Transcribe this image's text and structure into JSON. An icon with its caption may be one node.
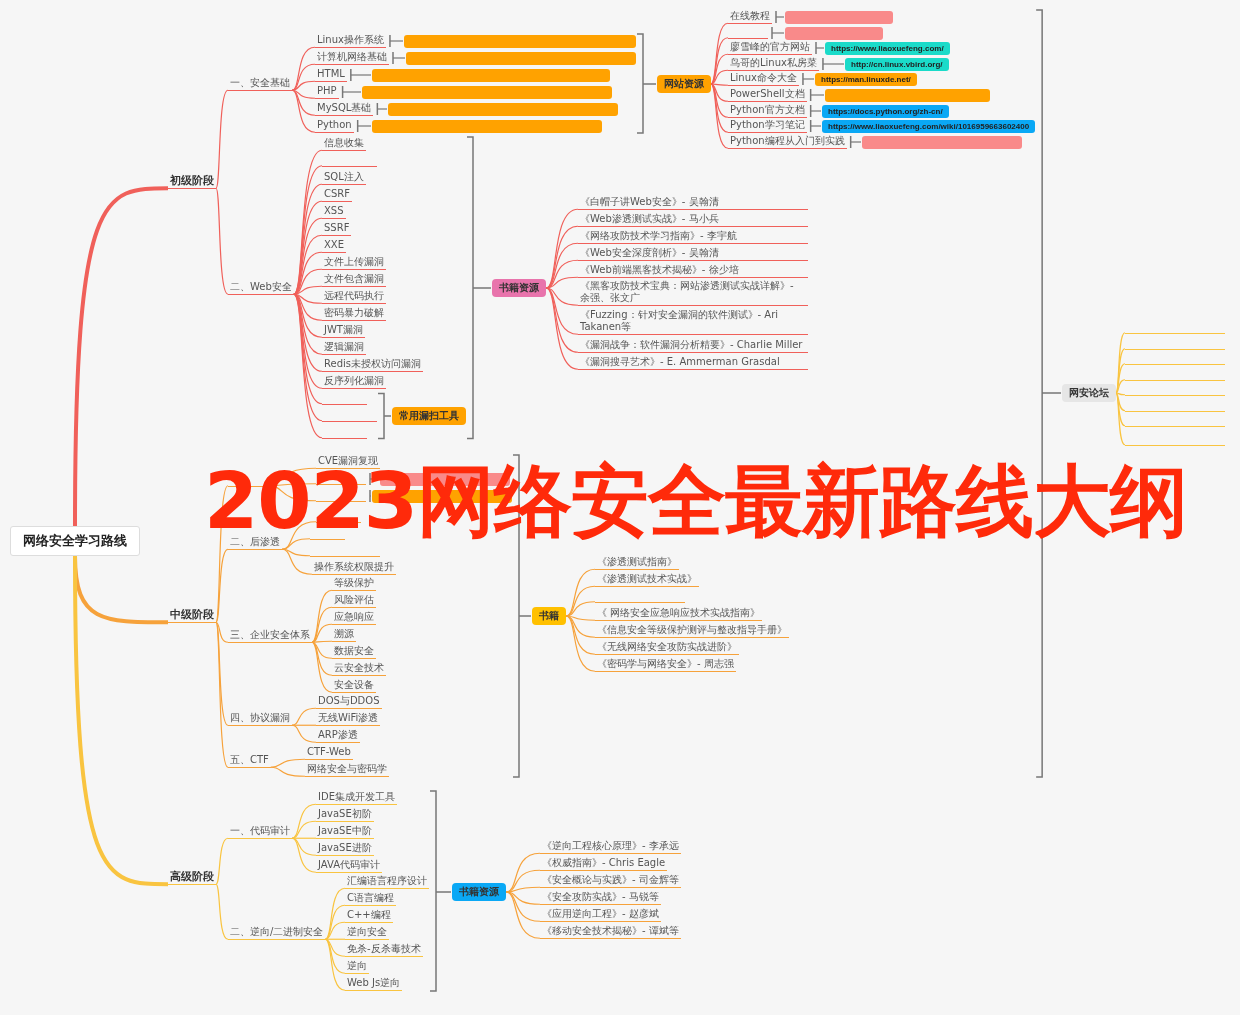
{
  "diagram": {
    "title": "2023网络安全最新路线大纲",
    "nodes": [
      {
        "text": [
          "网络安全学习路线"
        ]
      },
      {
        "text": [
          "初级阶段"
        ]
      },
      {
        "text": [
          "一、安全基础"
        ]
      },
      {
        "text": [
          "Linux操作系统"
        ]
      },
      {
        "text": [
          "计算机网络基础"
        ]
      },
      {
        "text": [
          "HTML"
        ]
      },
      {
        "text": [
          "PHP"
        ]
      },
      {
        "text": [
          "MySQL基础"
        ]
      },
      {
        "text": [
          "Python"
        ]
      },
      {
        "text": [],
        "shape": "box"
      },
      {
        "text": [],
        "shape": "box"
      },
      {
        "text": [],
        "shape": "box"
      },
      {
        "text": [],
        "shape": "box"
      },
      {
        "text": [],
        "shape": "box"
      },
      {
        "text": [],
        "shape": "box"
      },
      {
        "text": [
          "网站资源"
        ]
      },
      {
        "text": [
          "在线教程"
        ]
      },
      {
        "text": [],
        "shape": "bar"
      },
      {
        "text": [
          "廖雪峰的官方网站"
        ]
      },
      {
        "text": [
          "鸟哥的Linux私房菜"
        ]
      },
      {
        "text": [
          "Linux命令大全"
        ]
      },
      {
        "text": [
          "PowerShell文档"
        ]
      },
      {
        "text": [
          "Python官方文档"
        ]
      },
      {
        "text": [
          "Python学习笔记"
        ]
      },
      {
        "text": [
          "Python编程从入门到实践"
        ]
      },
      {
        "text": [],
        "shape": "box"
      },
      {
        "text": [],
        "shape": "box"
      },
      {
        "text": [
          "https://www.liaoxuefeng.com/"
        ]
      },
      {
        "text": [
          "http://cn.linux.vbird.org/"
        ]
      },
      {
        "text": [
          "https://man.linuxde.net/"
        ]
      },
      {
        "text": [],
        "shape": "box"
      },
      {
        "text": [
          "https://docs.python.org/zh-cn/"
        ]
      },
      {
        "text": [
          "https://www.liaoxuefeng.com/wiki/1016959663602400"
        ]
      },
      {
        "text": [],
        "shape": "box"
      },
      {
        "text": [
          "网安论坛"
        ]
      },
      {
        "text": [],
        "shape": "bar"
      },
      {
        "text": [],
        "shape": "bar"
      },
      {
        "text": [],
        "shape": "bar"
      },
      {
        "text": [],
        "shape": "bar"
      },
      {
        "text": [],
        "shape": "bar"
      },
      {
        "text": [],
        "shape": "bar"
      },
      {
        "text": [],
        "shape": "bar"
      },
      {
        "text": [],
        "shape": "bar"
      },
      {
        "text": [
          "二、Web安全"
        ]
      },
      {
        "text": [
          "信息收集"
        ]
      },
      {
        "text": [],
        "shape": "bar"
      },
      {
        "text": [
          "SQL注入"
        ]
      },
      {
        "text": [
          "CSRF"
        ]
      },
      {
        "text": [
          "XSS"
        ]
      },
      {
        "text": [
          "SSRF"
        ]
      },
      {
        "text": [
          "XXE"
        ]
      },
      {
        "text": [
          "文件上传漏洞"
        ]
      },
      {
        "text": [
          "文件包含漏洞"
        ]
      },
      {
        "text": [
          "远程代码执行"
        ]
      },
      {
        "text": [
          "密码暴力破解"
        ]
      },
      {
        "text": [
          "JWT漏洞"
        ]
      },
      {
        "text": [
          "逻辑漏洞"
        ]
      },
      {
        "text": [
          "Redis未授权访问漏洞"
        ]
      },
      {
        "text": [
          "反序列化漏洞"
        ]
      },
      {
        "text": [],
        "shape": "bar"
      },
      {
        "text": [],
        "shape": "bar"
      },
      {
        "text": [],
        "shape": "bar"
      },
      {
        "text": [
          "常用漏扫工具"
        ]
      },
      {
        "text": [
          "书籍资源"
        ]
      },
      {
        "text": [
          "《白帽子讲Web安全》- 吴翰清"
        ]
      },
      {
        "text": [
          "《Web渗透测试实战》- 马小兵"
        ]
      },
      {
        "text": [
          "《网络攻防技术学习指南》- 李宇航"
        ]
      },
      {
        "text": [
          "《Web安全深度剖析》- 吴翰清"
        ]
      },
      {
        "text": [
          "《Web前端黑客技术揭秘》- 徐少培"
        ]
      },
      {
        "text": [
          "《黑客攻防技术宝典：网站渗透测试实战详解》- 余强、张文广"
        ]
      },
      {
        "text": [
          "《Fuzzing：针对安全漏洞的软件测试》- Ari Takanen等"
        ]
      },
      {
        "text": [
          "《漏洞战争：软件漏洞分析精要》- Charlie Miller"
        ]
      },
      {
        "text": [
          "《漏洞搜寻艺术》- E. Ammerman Grasdal"
        ]
      },
      {
        "text": [
          "中级阶段"
        ]
      },
      {
        "text": [],
        "shape": "bar"
      },
      {
        "text": [
          "CVE漏洞复现"
        ]
      },
      {
        "text": [],
        "shape": "bar"
      },
      {
        "text": [],
        "shape": "bar"
      },
      {
        "text": [],
        "shape": "box"
      },
      {
        "text": [],
        "shape": "box"
      },
      {
        "text": [
          "二、后渗透"
        ]
      },
      {
        "text": [],
        "shape": "bar"
      },
      {
        "text": [],
        "shape": "bar"
      },
      {
        "text": [],
        "shape": "bar"
      },
      {
        "text": [
          "操作系统权限提升"
        ]
      },
      {
        "text": [
          "三、企业安全体系"
        ]
      },
      {
        "text": [
          "等级保护"
        ]
      },
      {
        "text": [
          "风险评估"
        ]
      },
      {
        "text": [
          "应急响应"
        ]
      },
      {
        "text": [
          "溯源"
        ]
      },
      {
        "text": [
          "数据安全"
        ]
      },
      {
        "text": [
          "云安全技术"
        ]
      },
      {
        "text": [
          "安全设备"
        ]
      },
      {
        "text": [
          "四、协议漏洞"
        ]
      },
      {
        "text": [
          "DOS与DDOS"
        ]
      },
      {
        "text": [
          "无线WiFi渗透"
        ]
      },
      {
        "text": [
          "ARP渗透"
        ]
      },
      {
        "text": [
          "五、CTF"
        ]
      },
      {
        "text": [
          "CTF-Web"
        ]
      },
      {
        "text": [
          "网络安全与密码学"
        ]
      },
      {
        "text": [
          "书籍"
        ]
      },
      {
        "text": [
          "《渗透测试指南》"
        ]
      },
      {
        "text": [
          "《渗透测试技术实战》"
        ]
      },
      {
        "text": [],
        "shape": "bar"
      },
      {
        "text": [
          "《 网络安全应急响应技术实战指南》"
        ]
      },
      {
        "text": [
          "《信息安全等级保护测评与整改指导手册》"
        ]
      },
      {
        "text": [
          "《无线网络安全攻防实战进阶》"
        ]
      },
      {
        "text": [
          "《密码学与网络安全》- 周志强"
        ]
      },
      {
        "text": [
          "高级阶段"
        ]
      },
      {
        "text": [
          "一、代码审计"
        ]
      },
      {
        "text": [
          "IDE集成开发工具"
        ]
      },
      {
        "text": [
          "JavaSE初阶"
        ]
      },
      {
        "text": [
          "JavaSE中阶"
        ]
      },
      {
        "text": [
          "JavaSE进阶"
        ]
      },
      {
        "text": [
          "JAVA代码审计"
        ]
      },
      {
        "text": [
          "二、逆向/二进制安全"
        ]
      },
      {
        "text": [
          "汇编语言程序设计"
        ]
      },
      {
        "text": [
          "C语言编程"
        ]
      },
      {
        "text": [
          "C++编程"
        ]
      },
      {
        "text": [
          "逆向安全"
        ]
      },
      {
        "text": [
          "免杀-反杀毒技术"
        ]
      },
      {
        "text": [
          "逆向"
        ]
      },
      {
        "text": [
          "Web Js逆向"
        ]
      },
      {
        "text": [
          "书籍资源"
        ]
      },
      {
        "text": [
          "《逆向工程核心原理》- 李承远"
        ]
      },
      {
        "text": [
          "《权威指南》- Chris Eagle"
        ]
      },
      {
        "text": [
          "《安全概论与实践》- 司金辉等"
        ]
      },
      {
        "text": [
          "《安全攻防实战》- 马锐等"
        ]
      },
      {
        "text": [
          "《应用逆向工程》- 赵彦斌"
        ]
      },
      {
        "text": [
          "《移动安全技术揭秘》- 谭斌等"
        ]
      }
    ],
    "edges": [
      {
        "from": 0,
        "to": 1,
        "arrow": "none",
        "style": "thick"
      },
      {
        "from": 1,
        "to": 2,
        "arrow": "none"
      },
      {
        "from": 2,
        "to": 3,
        "arrow": "none"
      },
      {
        "from": 2,
        "to": 4,
        "arrow": "none"
      },
      {
        "from": 2,
        "to": 5,
        "arrow": "none"
      },
      {
        "from": 2,
        "to": 6,
        "arrow": "none"
      },
      {
        "from": 2,
        "to": 7,
        "arrow": "none"
      },
      {
        "from": 2,
        "to": 8,
        "arrow": "none"
      },
      {
        "from": 15,
        "to": 16,
        "arrow": "none"
      },
      {
        "from": 15,
        "to": 17,
        "arrow": "none"
      },
      {
        "from": 15,
        "to": 18,
        "arrow": "none"
      },
      {
        "from": 15,
        "to": 19,
        "arrow": "none"
      },
      {
        "from": 15,
        "to": 20,
        "arrow": "none"
      },
      {
        "from": 15,
        "to": 21,
        "arrow": "none"
      },
      {
        "from": 15,
        "to": 22,
        "arrow": "none"
      },
      {
        "from": 15,
        "to": 23,
        "arrow": "none"
      },
      {
        "from": 15,
        "to": 24,
        "arrow": "none"
      },
      {
        "from": 1,
        "to": 43,
        "arrow": "none"
      },
      {
        "from": 43,
        "to": 44,
        "arrow": "none"
      },
      {
        "from": 43,
        "to": 45,
        "arrow": "none"
      },
      {
        "from": 43,
        "to": 46,
        "arrow": "none"
      },
      {
        "from": 43,
        "to": 47,
        "arrow": "none"
      },
      {
        "from": 43,
        "to": 48,
        "arrow": "none"
      },
      {
        "from": 43,
        "to": 49,
        "arrow": "none"
      },
      {
        "from": 43,
        "to": 50,
        "arrow": "none"
      },
      {
        "from": 43,
        "to": 51,
        "arrow": "none"
      },
      {
        "from": 43,
        "to": 52,
        "arrow": "none"
      },
      {
        "from": 43,
        "to": 53,
        "arrow": "none"
      },
      {
        "from": 43,
        "to": 54,
        "arrow": "none"
      },
      {
        "from": 43,
        "to": 55,
        "arrow": "none"
      },
      {
        "from": 43,
        "to": 56,
        "arrow": "none"
      },
      {
        "from": 43,
        "to": 57,
        "arrow": "none"
      },
      {
        "from": 43,
        "to": 58,
        "arrow": "none"
      },
      {
        "from": 43,
        "to": 59,
        "arrow": "none"
      },
      {
        "from": 43,
        "to": 60,
        "arrow": "none"
      },
      {
        "from": 43,
        "to": 61,
        "arrow": "none"
      },
      {
        "from": 63,
        "to": 64,
        "arrow": "none"
      },
      {
        "from": 63,
        "to": 65,
        "arrow": "none"
      },
      {
        "from": 63,
        "to": 66,
        "arrow": "none"
      },
      {
        "from": 63,
        "to": 67,
        "arrow": "none"
      },
      {
        "from": 63,
        "to": 68,
        "arrow": "none"
      },
      {
        "from": 63,
        "to": 69,
        "arrow": "none"
      },
      {
        "from": 63,
        "to": 70,
        "arrow": "none"
      },
      {
        "from": 63,
        "to": 71,
        "arrow": "none"
      },
      {
        "from": 63,
        "to": 72,
        "arrow": "none"
      },
      {
        "from": 34,
        "to": 35,
        "arrow": "none",
        "color": "#f9c440"
      },
      {
        "from": 34,
        "to": 36,
        "arrow": "none",
        "color": "#f9c440"
      },
      {
        "from": 34,
        "to": 37,
        "arrow": "none",
        "color": "#f9c440"
      },
      {
        "from": 34,
        "to": 38,
        "arrow": "none",
        "color": "#f9c440"
      },
      {
        "from": 34,
        "to": 39,
        "arrow": "none",
        "color": "#f9c440"
      },
      {
        "from": 34,
        "to": 40,
        "arrow": "none",
        "color": "#f9c440"
      },
      {
        "from": 34,
        "to": 41,
        "arrow": "none",
        "color": "#f9c440"
      },
      {
        "from": 34,
        "to": 42,
        "arrow": "none",
        "color": "#f9c440"
      },
      {
        "from": 0,
        "to": 73,
        "arrow": "none",
        "style": "thick",
        "color": "#f6a23b"
      },
      {
        "from": 73,
        "to": 74,
        "arrow": "none",
        "color": "#f6a23b"
      },
      {
        "from": 74,
        "to": 75,
        "arrow": "none",
        "color": "#f6a23b"
      },
      {
        "from": 74,
        "to": 76,
        "arrow": "none",
        "color": "#f6a23b"
      },
      {
        "from": 74,
        "to": 77,
        "arrow": "none",
        "color": "#f6a23b"
      },
      {
        "from": 73,
        "to": 80,
        "arrow": "none",
        "color": "#f6a23b"
      },
      {
        "from": 80,
        "to": 81,
        "arrow": "none",
        "color": "#f6a23b"
      },
      {
        "from": 80,
        "to": 82,
        "arrow": "none",
        "color": "#f6a23b"
      },
      {
        "from": 80,
        "to": 83,
        "arrow": "none",
        "color": "#f6a23b"
      },
      {
        "from": 80,
        "to": 84,
        "arrow": "none",
        "color": "#f6a23b"
      },
      {
        "from": 73,
        "to": 85,
        "arrow": "none",
        "color": "#f6a23b"
      },
      {
        "from": 85,
        "to": 86,
        "arrow": "none",
        "color": "#f6a23b"
      },
      {
        "from": 85,
        "to": 87,
        "arrow": "none",
        "color": "#f6a23b"
      },
      {
        "from": 85,
        "to": 88,
        "arrow": "none",
        "color": "#f6a23b"
      },
      {
        "from": 85,
        "to": 89,
        "arrow": "none",
        "color": "#f6a23b"
      },
      {
        "from": 85,
        "to": 90,
        "arrow": "none",
        "color": "#f6a23b"
      },
      {
        "from": 85,
        "to": 91,
        "arrow": "none",
        "color": "#f6a23b"
      },
      {
        "from": 85,
        "to": 92,
        "arrow": "none",
        "color": "#f6a23b"
      },
      {
        "from": 73,
        "to": 93,
        "arrow": "none",
        "color": "#f6a23b"
      },
      {
        "from": 93,
        "to": 94,
        "arrow": "none",
        "color": "#f6a23b"
      },
      {
        "from": 93,
        "to": 95,
        "arrow": "none",
        "color": "#f6a23b"
      },
      {
        "from": 93,
        "to": 96,
        "arrow": "none",
        "color": "#f6a23b"
      },
      {
        "from": 73,
        "to": 97,
        "arrow": "none",
        "color": "#f6a23b"
      },
      {
        "from": 97,
        "to": 98,
        "arrow": "none",
        "color": "#f6a23b"
      },
      {
        "from": 97,
        "to": 99,
        "arrow": "none",
        "color": "#f6a23b"
      },
      {
        "from": 100,
        "to": 101,
        "arrow": "none",
        "color": "#f6a23b"
      },
      {
        "from": 100,
        "to": 102,
        "arrow": "none",
        "color": "#f6a23b"
      },
      {
        "from": 100,
        "to": 103,
        "arrow": "none",
        "color": "#f6a23b"
      },
      {
        "from": 100,
        "to": 104,
        "arrow": "none",
        "color": "#f6a23b"
      },
      {
        "from": 100,
        "to": 105,
        "arrow": "none",
        "color": "#f6a23b"
      },
      {
        "from": 100,
        "to": 106,
        "arrow": "none",
        "color": "#f6a23b"
      },
      {
        "from": 100,
        "to": 107,
        "arrow": "none",
        "color": "#f6a23b"
      },
      {
        "from": 0,
        "to": 108,
        "arrow": "none",
        "style": "thick",
        "color": "#f9c440"
      },
      {
        "from": 108,
        "to": 109,
        "arrow": "none",
        "color": "#f9c440"
      },
      {
        "from": 109,
        "to": 110,
        "arrow": "none",
        "color": "#f9c440"
      },
      {
        "from": 109,
        "to": 111,
        "arrow": "none",
        "color": "#f9c440"
      },
      {
        "from": 109,
        "to": 112,
        "arrow": "none",
        "color": "#f9c440"
      },
      {
        "from": 109,
        "to": 113,
        "arrow": "none",
        "color": "#f9c440"
      },
      {
        "from": 109,
        "to": 114,
        "arrow": "none",
        "color": "#f9c440"
      },
      {
        "from": 108,
        "to": 115,
        "arrow": "none",
        "color": "#f9c440"
      },
      {
        "from": 115,
        "to": 116,
        "arrow": "none",
        "color": "#f9c440"
      },
      {
        "from": 115,
        "to": 117,
        "arrow": "none",
        "color": "#f9c440"
      },
      {
        "from": 115,
        "to": 118,
        "arrow": "none",
        "color": "#f9c440"
      },
      {
        "from": 115,
        "to": 119,
        "arrow": "none",
        "color": "#f9c440"
      },
      {
        "from": 115,
        "to": 120,
        "arrow": "none",
        "color": "#f9c440"
      },
      {
        "from": 115,
        "to": 121,
        "arrow": "none",
        "color": "#f9c440"
      },
      {
        "from": 115,
        "to": 122,
        "arrow": "none",
        "color": "#f9c440"
      },
      {
        "from": 123,
        "to": 124,
        "arrow": "none",
        "color": "#f6a23b"
      },
      {
        "from": 123,
        "to": 125,
        "arrow": "none",
        "color": "#f6a23b"
      },
      {
        "from": 123,
        "to": 126,
        "arrow": "none",
        "color": "#f6a23b"
      },
      {
        "from": 123,
        "to": 127,
        "arrow": "none",
        "color": "#f6a23b"
      },
      {
        "from": 123,
        "to": 128,
        "arrow": "none",
        "color": "#f6a23b"
      },
      {
        "from": 123,
        "to": 129,
        "arrow": "none",
        "color": "#f6a23b"
      },
      {
        "from": 3,
        "to": 9,
        "arrow": "other",
        "color": "#777777"
      },
      {
        "from": 4,
        "to": 10,
        "arrow": "other",
        "color": "#777777"
      },
      {
        "from": 5,
        "to": 11,
        "arrow": "other",
        "color": "#777777"
      },
      {
        "from": 6,
        "to": 12,
        "arrow": "other",
        "color": "#777777"
      },
      {
        "from": 7,
        "to": 13,
        "arrow": "other",
        "color": "#777777"
      },
      {
        "from": 8,
        "to": 14,
        "arrow": "other",
        "color": "#777777"
      },
      {
        "from": 16,
        "to": 25,
        "arrow": "other",
        "color": "#777777"
      },
      {
        "from": 17,
        "to": 26,
        "arrow": "other",
        "color": "#777777"
      },
      {
        "from": 18,
        "to": 27,
        "arrow": "other",
        "color": "#777777"
      },
      {
        "from": 19,
        "to": 28,
        "arrow": "other",
        "color": "#777777"
      },
      {
        "from": 20,
        "to": 29,
        "arrow": "other",
        "color": "#777777"
      },
      {
        "from": 21,
        "to": 30,
        "arrow": "other",
        "color": "#777777"
      },
      {
        "from": 22,
        "to": 31,
        "arrow": "other",
        "color": "#777777"
      },
      {
        "from": 23,
        "to": 32,
        "arrow": "other",
        "color": "#777777"
      },
      {
        "from": 24,
        "to": 33,
        "arrow": "other",
        "color": "#777777"
      },
      {
        "from": 76,
        "to": 78,
        "arrow": "other",
        "color": "#777777"
      },
      {
        "from": 77,
        "to": 79,
        "arrow": "other",
        "color": "#777777"
      }
    ]
  }
}
